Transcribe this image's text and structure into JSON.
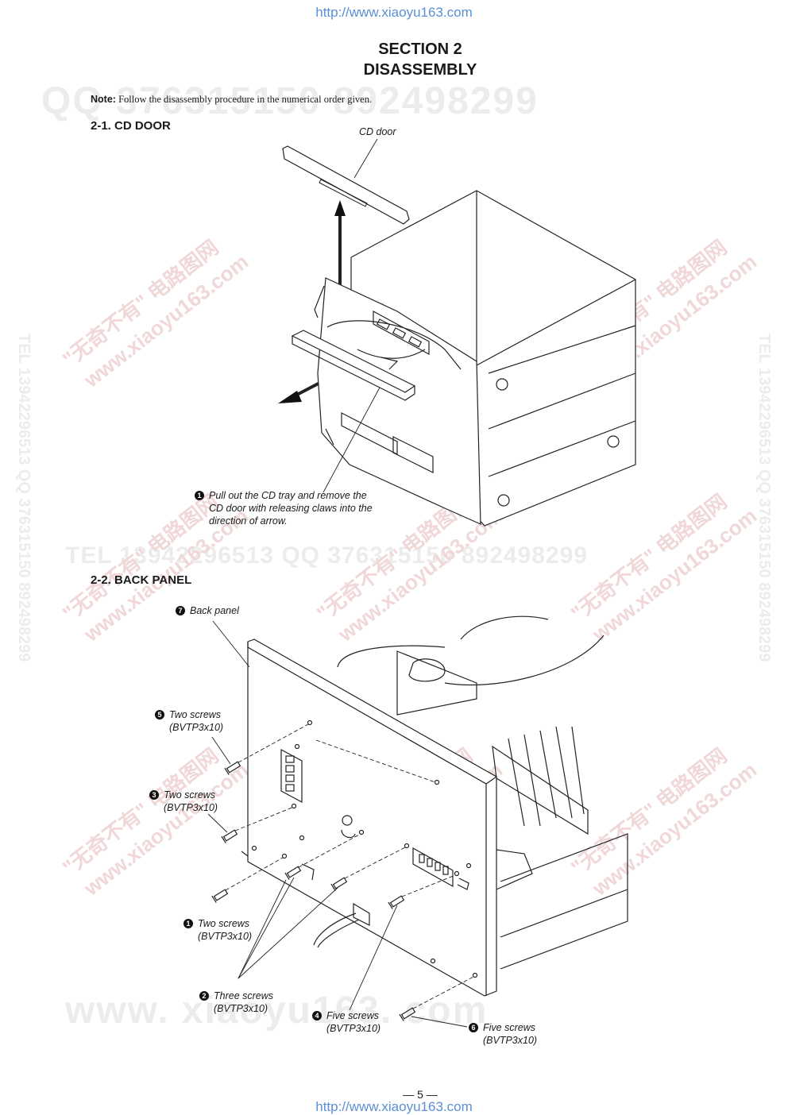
{
  "header": {
    "url": "http://www.xiaoyu163.com"
  },
  "section": {
    "line1": "SECTION 2",
    "line2": "DISASSEMBLY"
  },
  "note": {
    "label": "Note:",
    "text": "Follow the disassembly procedure in the numerical order given."
  },
  "cd_door": {
    "heading": "2-1. CD DOOR",
    "part_label": "CD door",
    "step1": {
      "num": "1",
      "line1": "Pull out the CD tray and remove the",
      "line2": "CD door with releasing claws into the",
      "line3": "direction of arrow."
    }
  },
  "back_panel": {
    "heading": "2-2. BACK PANEL",
    "callouts": [
      {
        "num": "7",
        "line1": "Back panel",
        "line2": ""
      },
      {
        "num": "5",
        "line1": "Two screws",
        "line2": "(BVTP3x10)"
      },
      {
        "num": "3",
        "line1": "Two screws",
        "line2": "(BVTP3x10)"
      },
      {
        "num": "1",
        "line1": "Two screws",
        "line2": "(BVTP3x10)"
      },
      {
        "num": "2",
        "line1": "Three screws",
        "line2": "(BVTP3x10)"
      },
      {
        "num": "4",
        "line1": "Five screws",
        "line2": "(BVTP3x10)"
      },
      {
        "num": "6",
        "line1": "Five screws",
        "line2": "(BVTP3x10)"
      }
    ]
  },
  "watermarks": {
    "qq_top": "QQ 376315150   892498299",
    "tel_mid": "TEL 13942296513   QQ 376315150  892498299",
    "www_bottom": "www. xiaoyu163. com",
    "side_text": "TEL 13942296513 QQ 376315150 892498299",
    "diag_cn": "\"无奇不有\" 电路图网",
    "diag_url": "www.xiaoyu163.com"
  },
  "footer": {
    "page": "— 5 —",
    "url": "http://www.xiaoyu163.com"
  }
}
